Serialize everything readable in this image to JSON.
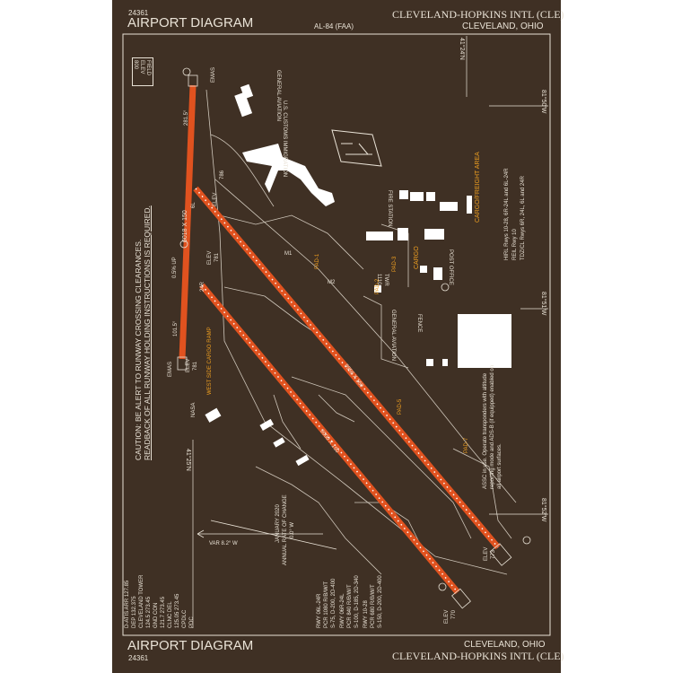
{
  "header": {
    "diagram_number_top": "24361",
    "title_top": "AIRPORT DIAGRAM",
    "airport_top": "CLEVELAND-HOPKINS INTL (CLE)",
    "city_top": "CLEVELAND, OHIO",
    "procedure_code": "AL-84 (FAA)"
  },
  "footer": {
    "title_bottom": "AIRPORT DIAGRAM",
    "diagram_number_bottom": "24361",
    "city_bottom": "CLEVELAND, OHIO",
    "airport_bottom": "CLEVELAND-HOPKINS INTL (CLE)"
  },
  "field_elevation": {
    "label": "FIELD",
    "label2": "ELEV",
    "value": "800"
  },
  "coordinates": {
    "lat_north": "41°24'N",
    "lat_south": "41°25'N",
    "lon_top": "81°50'W",
    "lon_mid": "81°51'W",
    "lon_bottom": "81°52'W"
  },
  "caution": {
    "line1": "CAUTION: BE ALERT TO RUNWAY CROSSING CLEARANCES.",
    "line2": "READBACK OF ALL RUNWAY HOLDING INSTRUCTIONS IS REQUIRED."
  },
  "runways": {
    "west": {
      "dims": "6018 X 150",
      "end_north": "6L",
      "end_south": "24R",
      "heading_north": "281.5°",
      "heading_south": "101.5°",
      "grade": "0.5% UP",
      "elev_north": "ELEV",
      "elev_north_value": "786",
      "elev_south": "ELEV",
      "elev_south_value": "781"
    },
    "east": {
      "dims": "9956 X 150",
      "label_north": "ELEV",
      "label_north_value": "781",
      "elev_south_label": "ELEV",
      "elev_south_value": "773"
    },
    "main": {
      "dims": "9000 X 150",
      "elev_south_label": "ELEV",
      "elev_south_value": "770"
    }
  },
  "labels": {
    "general_aviation_top": "GENERAL AVIATION",
    "customs": "U.S. CUSTOMS IMMIGRATION",
    "fire_station": "FIRE STATION",
    "cargo_freight": "CARGO/FREIGHT AREA",
    "cargo": "CARGO",
    "post_office": "POST OFFICE",
    "twr": "TWR",
    "twr_height": "1110",
    "general_aviation_mid": "GENERAL AVIATION",
    "fence": "FENCE",
    "pad1": "PAD-1",
    "pad2": "PAD-2",
    "pad3": "PAD-3",
    "pad5": "PAD-5",
    "pad7": "PAD-7",
    "west_side_cargo": "WEST SIDE CARGO RAMP",
    "nasa": "NASA",
    "emas_top": "EMAS",
    "emas_bottom": "EMAS",
    "m1": "M1",
    "m2": "M2"
  },
  "notes": {
    "hot_spot": "HIRL Rwys 10-28, 6R-24L and 6L-24R",
    "reil": "REIL Rwy 10",
    "tdz": "TDZ/CL Rwys 6R, 24L, 6L and 24R",
    "asde": "ASSC in use. Operate transponders with altitude reporting mode and ADS-B (if equipped) enabled on all airport surfaces."
  },
  "variation": {
    "date": "JANUARY 2020",
    "rate_label": "ANNUAL RATE OF CHANGE",
    "rate": "0.0° W",
    "var": "VAR 8.2° W"
  },
  "frequencies": [
    "D-ATIS ARR 127.85",
    "DEP 132.375",
    "CLEVELAND TOWER",
    "124.5  273.45",
    "GND CON",
    "121.7  273.45",
    "CLNC DEL",
    "125.05  273.45",
    "CPDLC",
    "PDC"
  ],
  "strength": [
    "RWY 06L-24R",
    "PCR 1080 R/B/W/T",
    "S-75, D-200, 2D-400",
    "RWY 06R-24L",
    "PCR 840 R/B/W/T",
    "S-100, D-185, 2D-340",
    "RWY 10-28",
    "PCR 680 R/B/W/T",
    "S-150, D-200, 2D-400"
  ],
  "colors": {
    "background": "#3f3024",
    "line": "#e9e2d6",
    "runway": "#e0521f",
    "accent": "#f0a020"
  }
}
